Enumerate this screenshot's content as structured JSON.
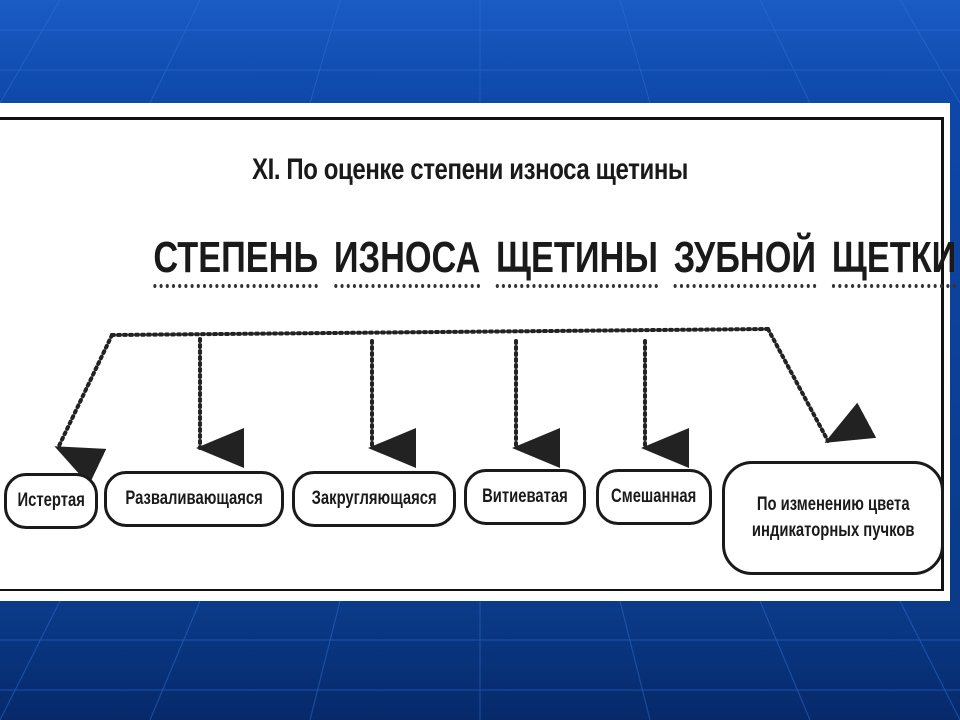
{
  "diagram": {
    "subtitle": "XI. По оценке степени износа щетины",
    "title_words": [
      "СТЕПЕНЬ",
      "ИЗНОСА",
      "ЩЕТИНЫ",
      "ЗУБНОЙ",
      "ЩЕТКИ"
    ],
    "categories": [
      {
        "label": "Истертая"
      },
      {
        "label": "Разваливающаяся"
      },
      {
        "label": "Закругляющаяся"
      },
      {
        "label": "Витиеватая"
      },
      {
        "label": "Смешанная"
      },
      {
        "label_line1": "По изменению цвета",
        "label_line2": "индикаторных пучков"
      }
    ],
    "colors": {
      "background_blue": "#0a3d8f",
      "card": "#ffffff",
      "ink": "#1a1a1a"
    }
  }
}
